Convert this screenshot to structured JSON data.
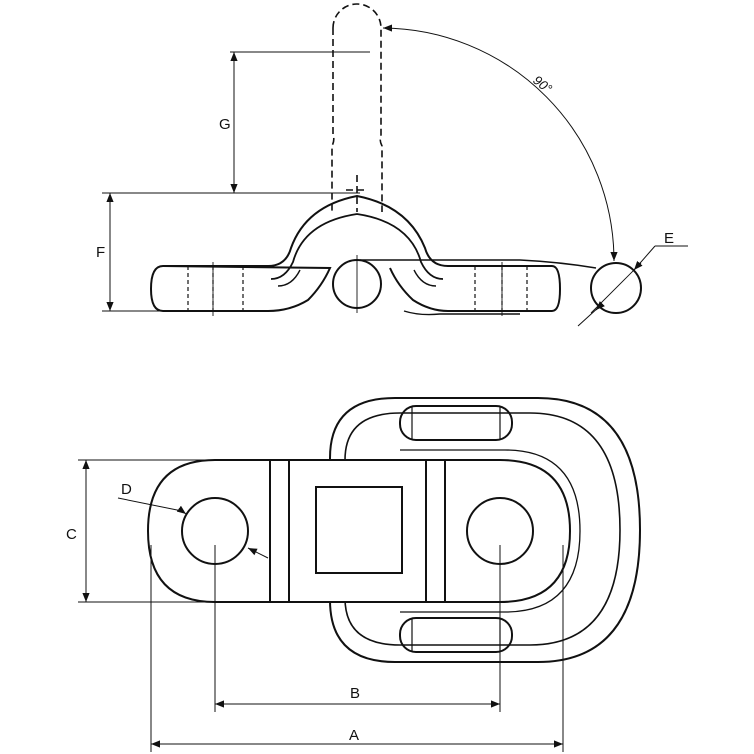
{
  "dimensions": {
    "a": "A",
    "b": "B",
    "c": "C",
    "d": "D",
    "e": "E",
    "f": "F",
    "g": "G"
  },
  "angle": "90°"
}
